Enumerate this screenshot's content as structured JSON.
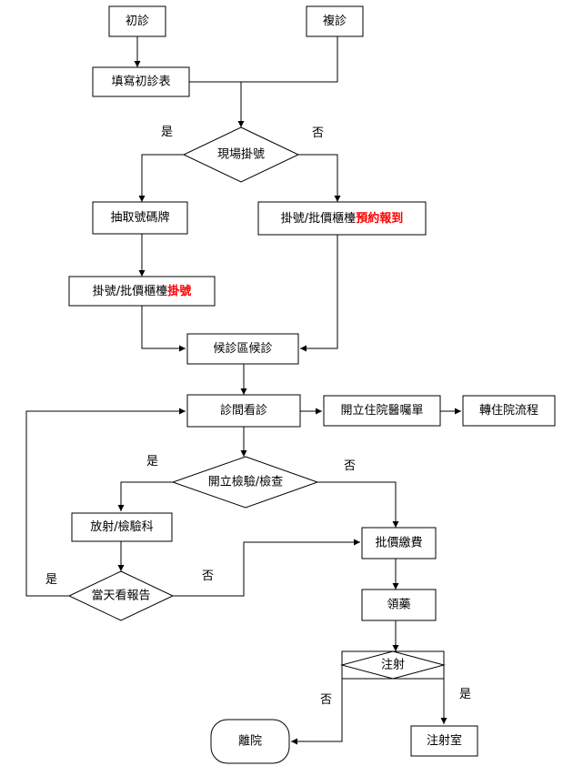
{
  "nodes": {
    "first_visit": "初診",
    "return_visit": "複診",
    "fill_form": "填寫初診表",
    "onsite_register": "現場掛號",
    "take_number": "抽取號碼牌",
    "appt_prefix": "掛號/批價櫃檯",
    "appt_highlight": "預約報到",
    "reg_prefix": "掛號/批價櫃檯",
    "reg_highlight": "掛號",
    "waiting": "候診區候診",
    "consult": "診間看診",
    "admission_order": "開立住院醫囑單",
    "transfer_ward": "轉住院流程",
    "order_test": "開立檢驗/檢查",
    "radiology": "放射/檢驗科",
    "same_day_report": "當天看報告",
    "billing": "批價繳費",
    "pharmacy": "領藥",
    "injection": "注射",
    "injection_room": "注射室",
    "discharge": "離院"
  },
  "branch_labels": {
    "onsite_yes": "是",
    "onsite_no": "否",
    "test_yes": "是",
    "test_no": "否",
    "report_yes": "是",
    "report_no": "否",
    "inject_yes": "是",
    "inject_no": "否"
  },
  "colors": {
    "highlight": "#ff0000",
    "stroke": "#000000",
    "text": "#000000"
  }
}
